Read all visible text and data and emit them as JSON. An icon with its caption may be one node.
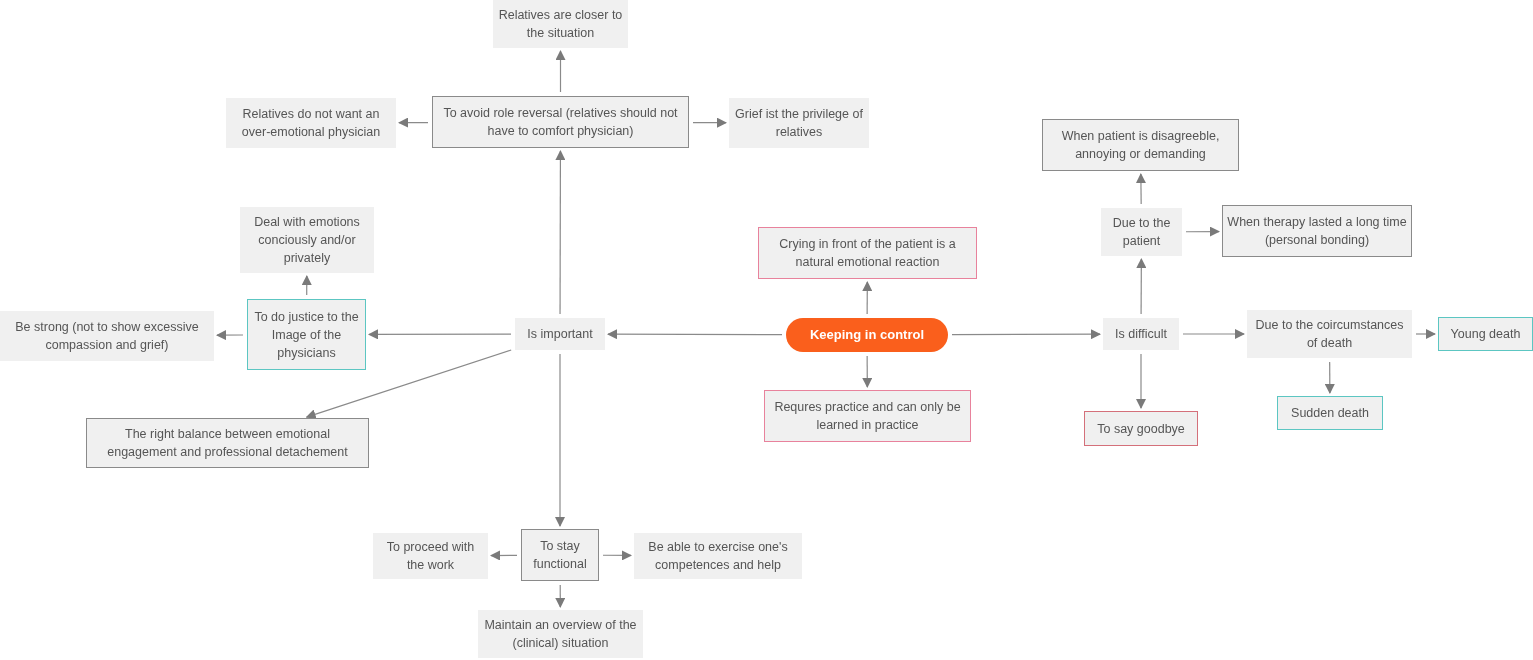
{
  "diagram": {
    "nodes": [
      {
        "text": [
          "Keeping in control"
        ]
      },
      {
        "text": [
          "Crying in front of the patient is a natural emotional reaction"
        ]
      },
      {
        "text": [
          "Requres practice and can only be learned in practice"
        ]
      },
      {
        "text": [
          "Is important"
        ]
      },
      {
        "text": [
          "To avoid role reversal (relatives should not have to comfort physician)"
        ]
      },
      {
        "text": [
          "Relatives are closer to the situation"
        ]
      },
      {
        "text": [
          "Relatives do not want an over-emotional physician"
        ]
      },
      {
        "text": [
          "Grief ist the privilege of relatives"
        ]
      },
      {
        "text": [
          "To do justice to the Image of the physicians"
        ]
      },
      {
        "text": [
          "Deal with emotions conciously and/or privately"
        ]
      },
      {
        "text": [
          "Be strong (not to show excessive compassion and grief)"
        ]
      },
      {
        "text": [
          "The right balance between emotional engagement and professional detachement"
        ]
      },
      {
        "text": [
          "To stay functional"
        ]
      },
      {
        "text": [
          "To proceed with the work"
        ]
      },
      {
        "text": [
          "Be able to exercise one's competences and help"
        ]
      },
      {
        "text": [
          "Maintain an overview of the (clinical) situation"
        ]
      },
      {
        "text": [
          "Is difficult"
        ]
      },
      {
        "text": [
          "Due to the patient"
        ]
      },
      {
        "text": [
          "When patient is disagreeble, annoying or demanding"
        ]
      },
      {
        "text": [
          "When therapy lasted a long time (personal bonding)"
        ]
      },
      {
        "text": [
          "Due to the coircumstances of death"
        ]
      },
      {
        "text": [
          "Young death"
        ]
      },
      {
        "text": [
          "Sudden death"
        ]
      },
      {
        "text": [
          "To say goodbye"
        ]
      }
    ],
    "edges": [
      {
        "from": 0,
        "to": 1,
        "arrow": "to"
      },
      {
        "from": 0,
        "to": 2,
        "arrow": "to"
      },
      {
        "from": 0,
        "to": 3,
        "arrow": "to"
      },
      {
        "from": 0,
        "to": 16,
        "arrow": "to"
      },
      {
        "from": 3,
        "to": 4,
        "arrow": "to"
      },
      {
        "from": 4,
        "to": 5,
        "arrow": "to"
      },
      {
        "from": 4,
        "to": 6,
        "arrow": "to"
      },
      {
        "from": 4,
        "to": 7,
        "arrow": "to"
      },
      {
        "from": 3,
        "to": 8,
        "arrow": "to"
      },
      {
        "from": 8,
        "to": 9,
        "arrow": "to"
      },
      {
        "from": 8,
        "to": 10,
        "arrow": "to"
      },
      {
        "from": 3,
        "to": 11,
        "arrow": "to"
      },
      {
        "from": 3,
        "to": 12,
        "arrow": "to"
      },
      {
        "from": 12,
        "to": 13,
        "arrow": "to"
      },
      {
        "from": 12,
        "to": 14,
        "arrow": "to"
      },
      {
        "from": 12,
        "to": 15,
        "arrow": "to"
      },
      {
        "from": 16,
        "to": 17,
        "arrow": "to"
      },
      {
        "from": 17,
        "to": 18,
        "arrow": "to"
      },
      {
        "from": 17,
        "to": 19,
        "arrow": "to"
      },
      {
        "from": 16,
        "to": 20,
        "arrow": "to"
      },
      {
        "from": 20,
        "to": 21,
        "arrow": "to"
      },
      {
        "from": 20,
        "to": 22,
        "arrow": "to"
      },
      {
        "from": 16,
        "to": 23,
        "arrow": "to"
      }
    ]
  }
}
